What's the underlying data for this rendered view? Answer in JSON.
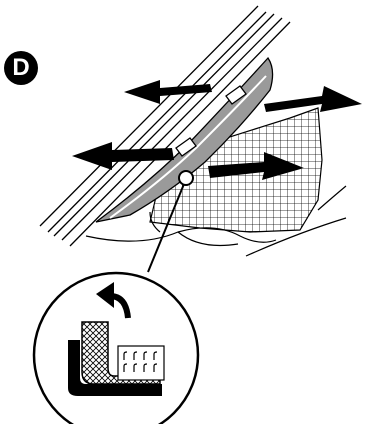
{
  "step": {
    "letter": "D"
  },
  "colors": {
    "ink": "#000000",
    "strap": "#9a9a9a",
    "paper": "#ffffff"
  },
  "parts": {
    "arrows": [
      "stretch-arrow-up-left",
      "stretch-arrow-up-right",
      "stretch-arrow-down-left",
      "stretch-arrow-down-right"
    ],
    "detail": [
      "hook-loop-fastener",
      "peel-direction-arrow"
    ]
  }
}
